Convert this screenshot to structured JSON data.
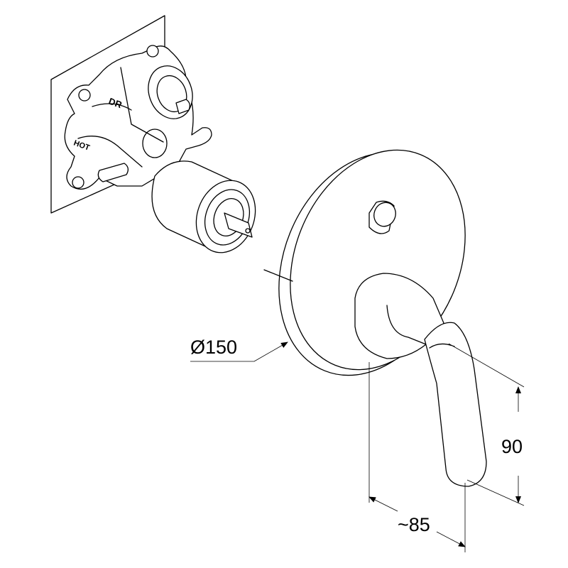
{
  "body_labels": {
    "dr": "DR",
    "hot": "HOT"
  },
  "dimensions": {
    "diameter": "Ø150",
    "height": "90",
    "depth": "~85"
  },
  "colors": {
    "line": "#000000",
    "background": "#ffffff"
  }
}
